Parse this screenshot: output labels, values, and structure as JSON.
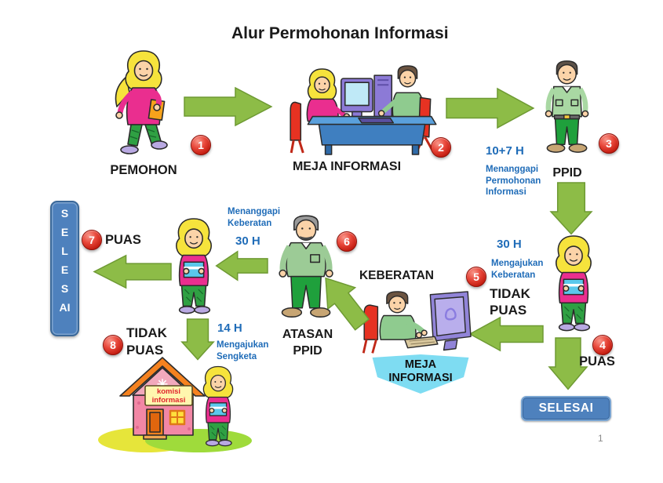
{
  "title": "Alur Permohonan Informasi",
  "page_number": "1",
  "steps": {
    "s1": {
      "num": "1",
      "label": "PEMOHON"
    },
    "s2": {
      "num": "2",
      "label": "MEJA INFORMASI"
    },
    "s3": {
      "num": "3",
      "label": "PPID",
      "duration": "10+7 H",
      "note": "Menanggapi Permohonan Informasi"
    },
    "s4": {
      "num": "4",
      "label": "PUAS",
      "outcome": "SELESAI"
    },
    "s5": {
      "num": "5",
      "duration": "30 H",
      "note": "Mengajukan Keberatan",
      "status": "TIDAK PUAS",
      "keberatan": "KEBERATAN",
      "desk": "MEJA INFORMASI"
    },
    "s6": {
      "num": "6",
      "label": "ATASAN PPID"
    },
    "s7": {
      "num": "7",
      "label": "PUAS",
      "duration": "30 H",
      "note": "Menanggapi Keberatan",
      "outcome": "SELESAI"
    },
    "s8": {
      "num": "8",
      "label": "TIDAK PUAS",
      "duration": "14 H",
      "note": "Mengajukan Sengketa",
      "destination": "komisi informasi"
    }
  },
  "colors": {
    "arrow_green": "#8DBC47",
    "badge_red": "#D42B1E",
    "text_blue": "#1F6CB8",
    "selesai_blue": "#4E81BD"
  }
}
